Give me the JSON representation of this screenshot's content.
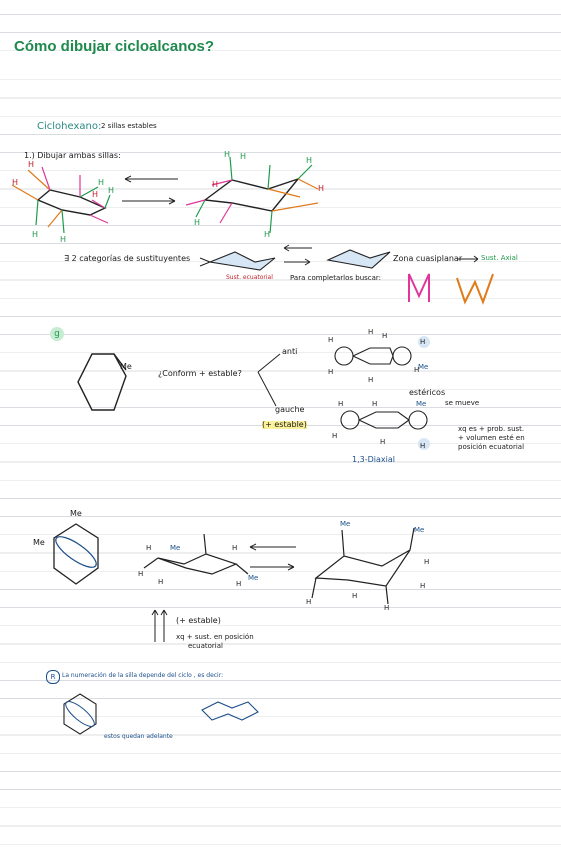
{
  "title": "Cómo dibujar cicloalcanos?",
  "colors": {
    "title": "#1f8a4d",
    "teal": "#2a8a84",
    "blue": "#1b4f8a",
    "red": "#c0202a",
    "green": "#1f9a4d",
    "orange": "#e07a1a",
    "pink": "#e0369a",
    "highlight": "#fbf19a",
    "gridline": "#d9dde2"
  },
  "section1": {
    "heading": "Ciclohexano:",
    "subheading": "2 sillas estables",
    "step1": "1.) Dibujar ambas sillas:",
    "step2": "∃ 2 categorías de sustituyentes",
    "zona": "Zona cuasiplanar",
    "sust_axial": "Sust. Axial",
    "sust_ecuatorial": "Sust. ecuatorial",
    "completar": "Para completarlos buscar:"
  },
  "section2": {
    "marker": "g",
    "me": "Me",
    "question": "¿Conform + estable?",
    "anti": "anti",
    "gauche": "gauche",
    "gauche_note": "(+ estable)",
    "esfericos": "estéricos",
    "se_mueve": "se mueve",
    "note1": "xq es + prob. sust.",
    "note2": "+ volumen esté en",
    "note3": "posición ecuatorial",
    "diaxial": "1,3-Diaxial"
  },
  "section3": {
    "me": "Me",
    "mas_estable": "(+ estable)",
    "reason1": "xq + sust. en posición",
    "reason2": "ecuatorial"
  },
  "section4": {
    "marker": "R",
    "note": "La numeración de la silla depende del ciclo , es decir:",
    "estos": "estos quedan adelante"
  }
}
